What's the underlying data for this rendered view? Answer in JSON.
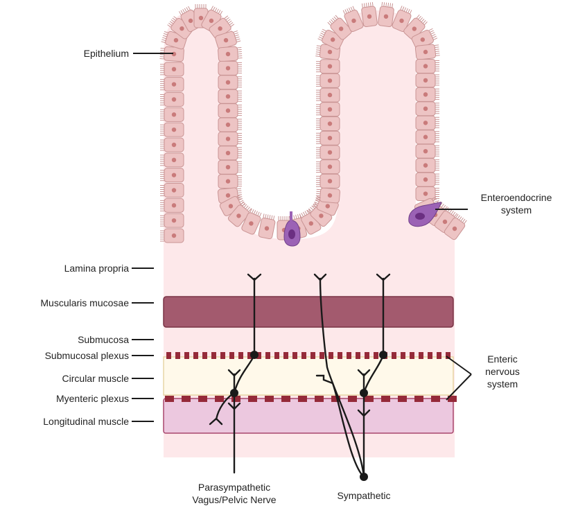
{
  "colors": {
    "tissue": "#fde8ea",
    "cell_fill": "#edc4c4",
    "cell_stroke": "#c99494",
    "nucleus": "#c97b7b",
    "enteroendocrine": "#9b62b5",
    "muscularis_mucosae": "#a35a6e",
    "circular_muscle": "#fff9ea",
    "circular_muscle_border": "#e7d5a6",
    "longitudinal_muscle": "#ecc8df",
    "longitudinal_border": "#a8466d",
    "plexus": "#952a39",
    "nerve": "#1a1a1a"
  },
  "labels": {
    "epithelium": "Epithelium",
    "enteroendocrine_1": "Enteroendocrine",
    "enteroendocrine_2": "system",
    "lamina_propria": "Lamina propria",
    "muscularis_mucosae": "Muscularis mucosae",
    "submucosa": "Submucosa",
    "submucosal_plexus": "Submucosal plexus",
    "circular_muscle": "Circular muscle",
    "myenteric_plexus": "Myenteric plexus",
    "longitudinal_muscle": "Longitudinal muscle",
    "enteric_1": "Enteric",
    "enteric_2": "nervous",
    "enteric_3": "system",
    "parasympathetic_1": "Parasympathetic",
    "parasympathetic_2": "Vagus/Pelvic Nerve",
    "sympathetic": "Sympathetic"
  }
}
